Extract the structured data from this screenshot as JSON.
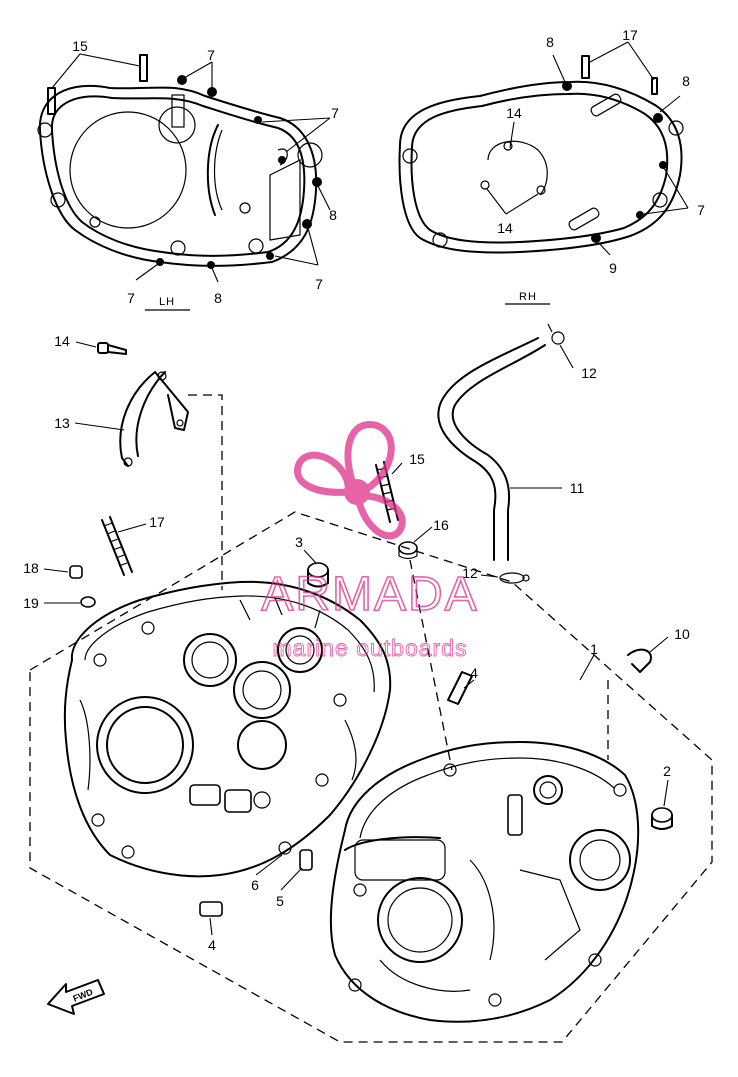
{
  "callouts": {
    "c15_lh": "15",
    "c7_lh_a": "7",
    "c7_lh_b": "7",
    "c8_lh_a": "8",
    "c7_lh_c": "7",
    "c7_lh_d": "7",
    "c8_lh_b": "8",
    "c8_rh_a": "8",
    "c17_rh": "17",
    "c8_rh_b": "8",
    "c14_rh_a": "14",
    "c14_rh_b": "14",
    "c7_rh": "7",
    "c9_rh": "9",
    "c14": "14",
    "c13": "13",
    "c12_a": "12",
    "c11": "11",
    "c15": "15",
    "c16": "16",
    "c17": "17",
    "c3": "3",
    "c12_b": "12",
    "c18": "18",
    "c19": "19",
    "c4_a": "4",
    "c1": "1",
    "c10": "10",
    "c2": "2",
    "c6": "6",
    "c5": "5",
    "c4_b": "4"
  },
  "side_labels": {
    "lh": "LH",
    "rh": "RH"
  },
  "direction_label": "FWD",
  "watermark": {
    "title": "ARMADA",
    "subtitle": "marine outboards",
    "color": "#e0308a"
  },
  "colors": {
    "ink": "#000000",
    "background": "#ffffff"
  }
}
